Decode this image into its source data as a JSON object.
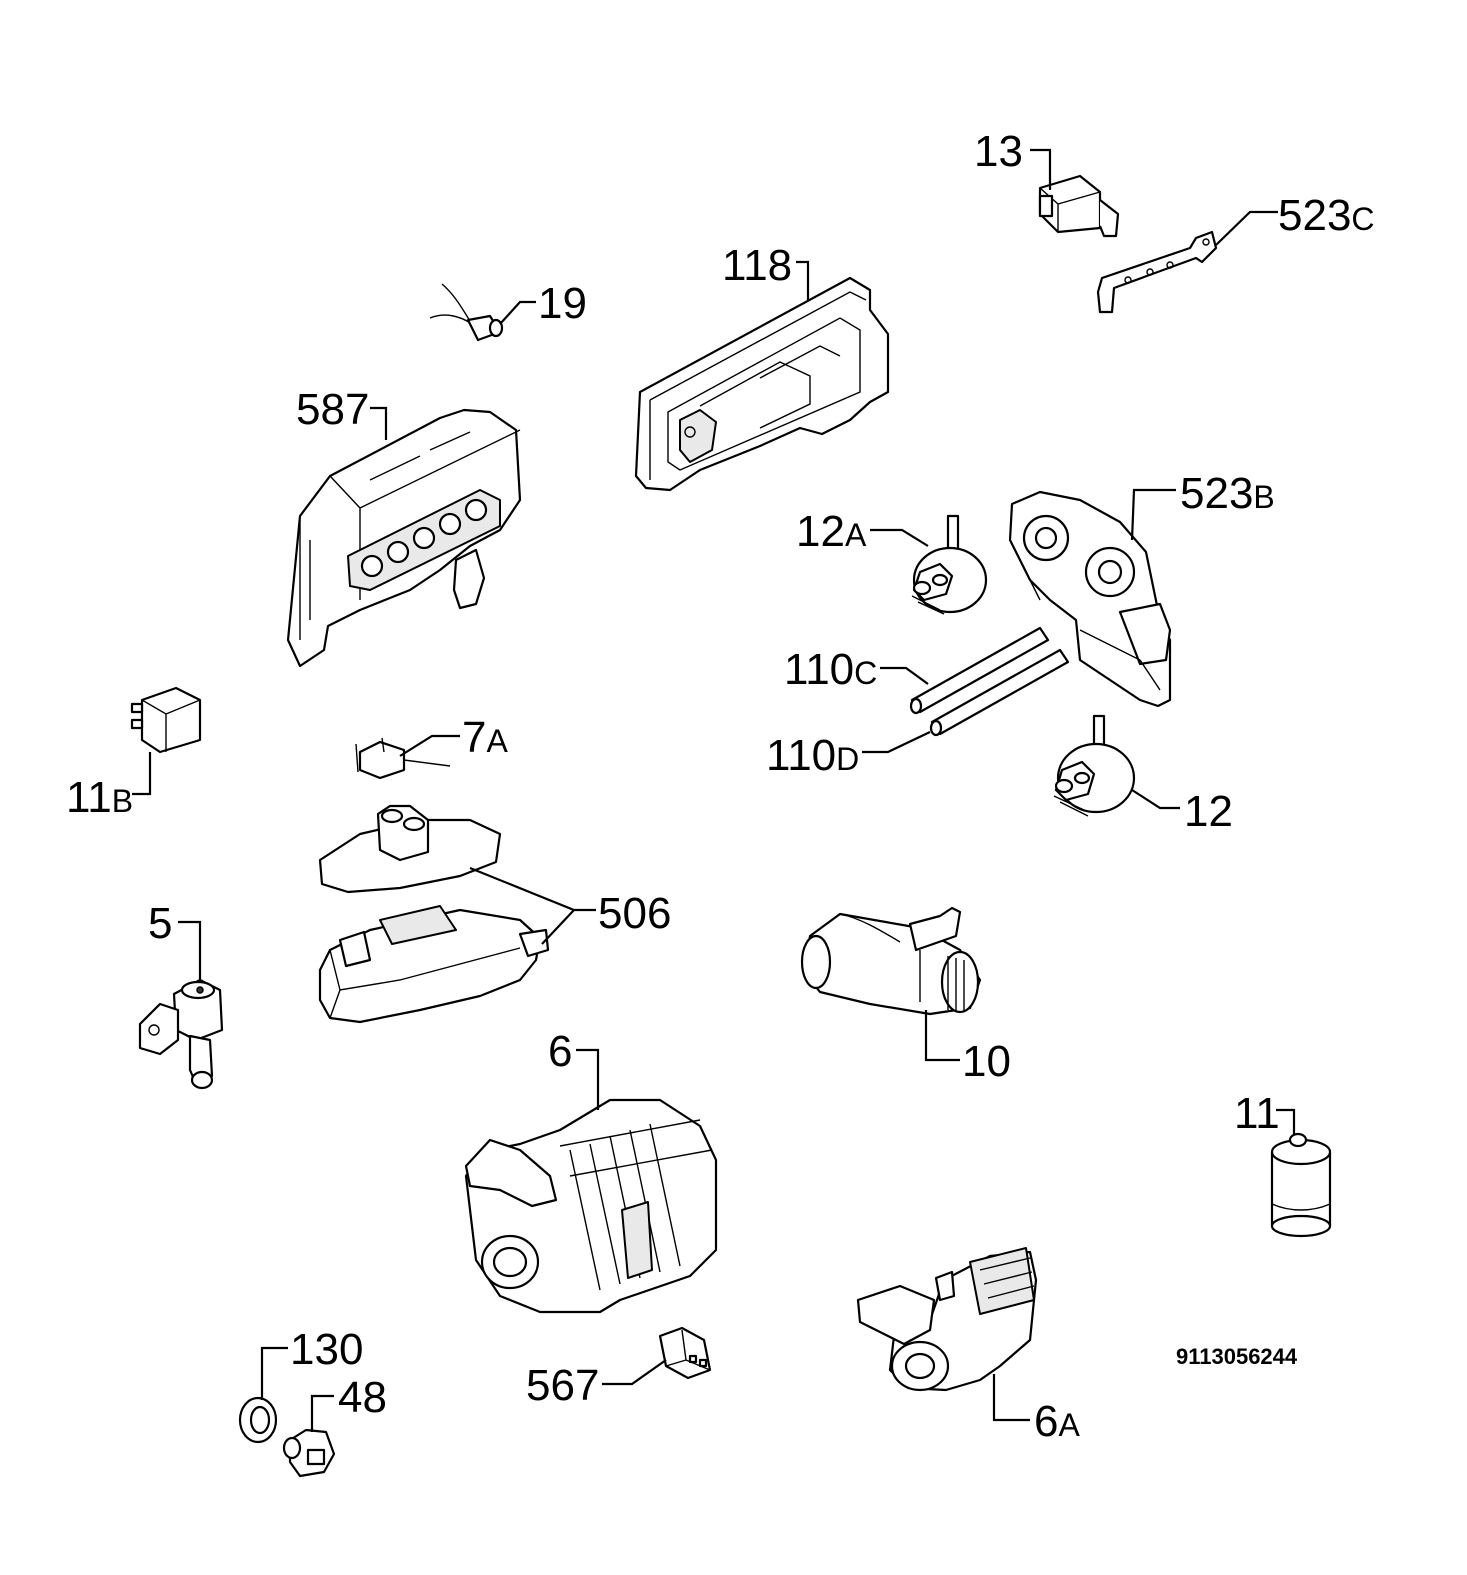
{
  "labels": {
    "l13": {
      "main": "13",
      "suf": ""
    },
    "l523c": {
      "main": "523",
      "suf": "C"
    },
    "l118": {
      "main": "118",
      "suf": ""
    },
    "l19": {
      "main": "19",
      "suf": ""
    },
    "l587": {
      "main": "587",
      "suf": ""
    },
    "l523b": {
      "main": "523",
      "suf": "B"
    },
    "l12a": {
      "main": "12",
      "suf": "A"
    },
    "l110c": {
      "main": "110",
      "suf": "C"
    },
    "l110d": {
      "main": "110",
      "suf": "D"
    },
    "l12": {
      "main": "12",
      "suf": ""
    },
    "l7a": {
      "main": "7",
      "suf": "A"
    },
    "l11b": {
      "main": "11",
      "suf": "B"
    },
    "l506": {
      "main": "506",
      "suf": ""
    },
    "l5": {
      "main": "5",
      "suf": ""
    },
    "l10": {
      "main": "10",
      "suf": ""
    },
    "l6": {
      "main": "6",
      "suf": ""
    },
    "l11": {
      "main": "11",
      "suf": ""
    },
    "l130": {
      "main": "130",
      "suf": ""
    },
    "l48": {
      "main": "48",
      "suf": ""
    },
    "l567": {
      "main": "567",
      "suf": ""
    },
    "l6a": {
      "main": "6",
      "suf": "A"
    }
  },
  "document_number": "9113056244"
}
